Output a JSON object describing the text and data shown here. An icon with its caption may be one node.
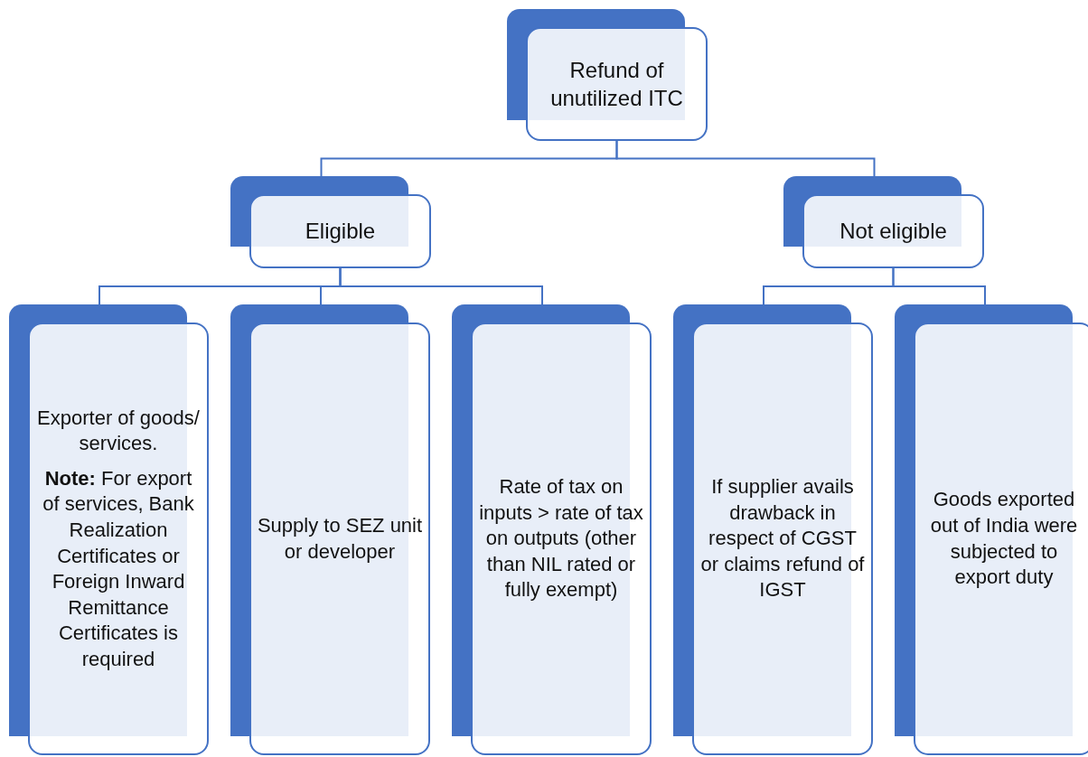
{
  "diagram": {
    "nodes": [
      {
        "text": [
          "Refund of unutilized ITC"
        ]
      },
      {
        "text": [
          "Eligible"
        ]
      },
      {
        "text": [
          "Not eligible"
        ]
      },
      {
        "text": [
          "Exporter  of goods/ services.",
          "**Note:** For export of services, Bank Realization Certificates or Foreign Inward Remittance Certificates is required"
        ]
      },
      {
        "text": [
          "Supply to SEZ unit or developer"
        ]
      },
      {
        "text": [
          "Rate of tax on inputs > rate of tax on outputs (other than NIL rated or fully exempt)"
        ]
      },
      {
        "text": [
          "If supplier avails drawback in respect of CGST or claims refund of IGST"
        ]
      },
      {
        "text": [
          "Goods exported out of India were subjected to export duty"
        ]
      }
    ],
    "edges": [
      {
        "from": 0,
        "to": 1,
        "arrow": "none"
      },
      {
        "from": 0,
        "to": 2,
        "arrow": "none"
      },
      {
        "from": 1,
        "to": 3,
        "arrow": "none"
      },
      {
        "from": 1,
        "to": 4,
        "arrow": "none"
      },
      {
        "from": 1,
        "to": 5,
        "arrow": "none"
      },
      {
        "from": 2,
        "to": 6,
        "arrow": "none"
      },
      {
        "from": 2,
        "to": 7,
        "arrow": "none"
      }
    ]
  }
}
